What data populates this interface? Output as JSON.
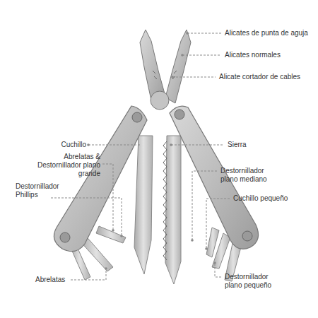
{
  "diagram": {
    "labels": [
      "Alicates de punta de aguja",
      "Alicates normales",
      "Alicate cortador de cables",
      "Cuchillo",
      "Sierra",
      "Abrelatas & Destornillador plano grande",
      "Destornillador plano mediano",
      "Destornillador Phillips",
      "Cuchillo pequeño",
      "Abrelatas",
      "Destornillador plano pequeño"
    ]
  }
}
